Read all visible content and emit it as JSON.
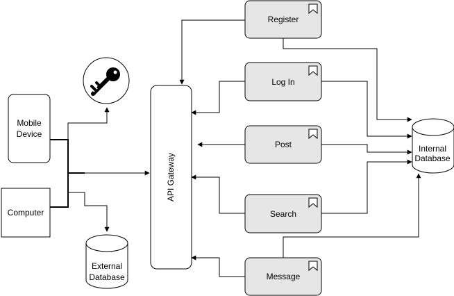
{
  "nodes": {
    "mobile_device": [
      "Mobile",
      "Device"
    ],
    "computer": "Computer",
    "external_database": [
      "External",
      "Database"
    ],
    "api_gateway": "API Gateway",
    "register": "Register",
    "log_in": "Log In",
    "post": "Post",
    "search": "Search",
    "message": "Message",
    "internal_database": [
      "Internal",
      "Database"
    ]
  },
  "icons": {
    "key": "key-icon",
    "service_marker": "bookmark-icon"
  },
  "colors": {
    "service_fill": "#e6e6e6",
    "stroke": "#000000"
  }
}
